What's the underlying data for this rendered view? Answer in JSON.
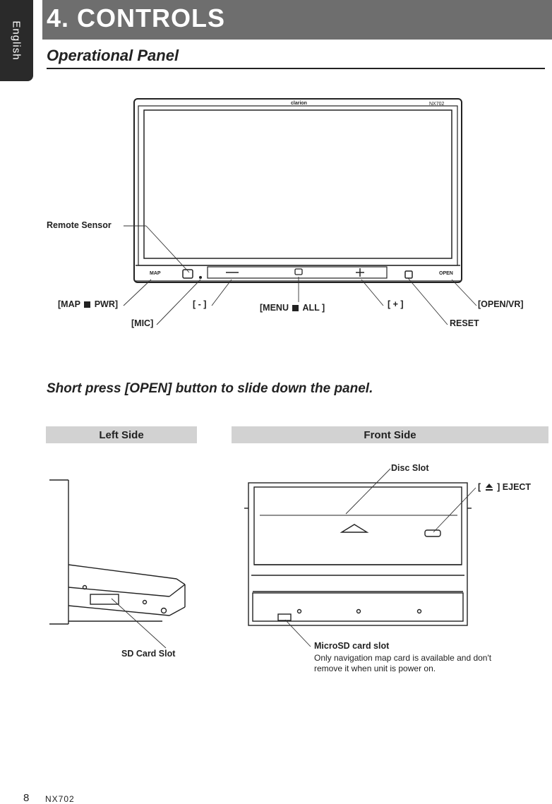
{
  "sidebar": {
    "language": "English"
  },
  "header": {
    "title": "4. CONTROLS"
  },
  "section": {
    "title": "Operational Panel"
  },
  "device": {
    "brand": "clarion",
    "model": "NX702",
    "btn_map": "MAP",
    "btn_open": "OPEN"
  },
  "panel_labels": {
    "remote_sensor": "Remote Sensor",
    "map_pre": "[MAP",
    "map_post": "PWR]",
    "mic": "[MIC]",
    "minus": "[ - ]",
    "menu_pre": "[MENU",
    "menu_post": "ALL ]",
    "plus": "[ + ]",
    "open_vr": "[OPEN/VR]",
    "reset": "RESET"
  },
  "note": "Short press [OPEN] button to slide down the panel.",
  "left_side": {
    "heading": "Left Side",
    "sd_label": "SD Card Slot"
  },
  "front_side": {
    "heading": "Front Side",
    "disc_slot": "Disc Slot",
    "eject_pre": "[",
    "eject_post": "] EJECT",
    "microsd_title": "MicroSD card slot",
    "microsd_desc": "Only navigation map card is available and don't remove it when unit is power on."
  },
  "footer": {
    "page": "8",
    "model": "NX702"
  }
}
